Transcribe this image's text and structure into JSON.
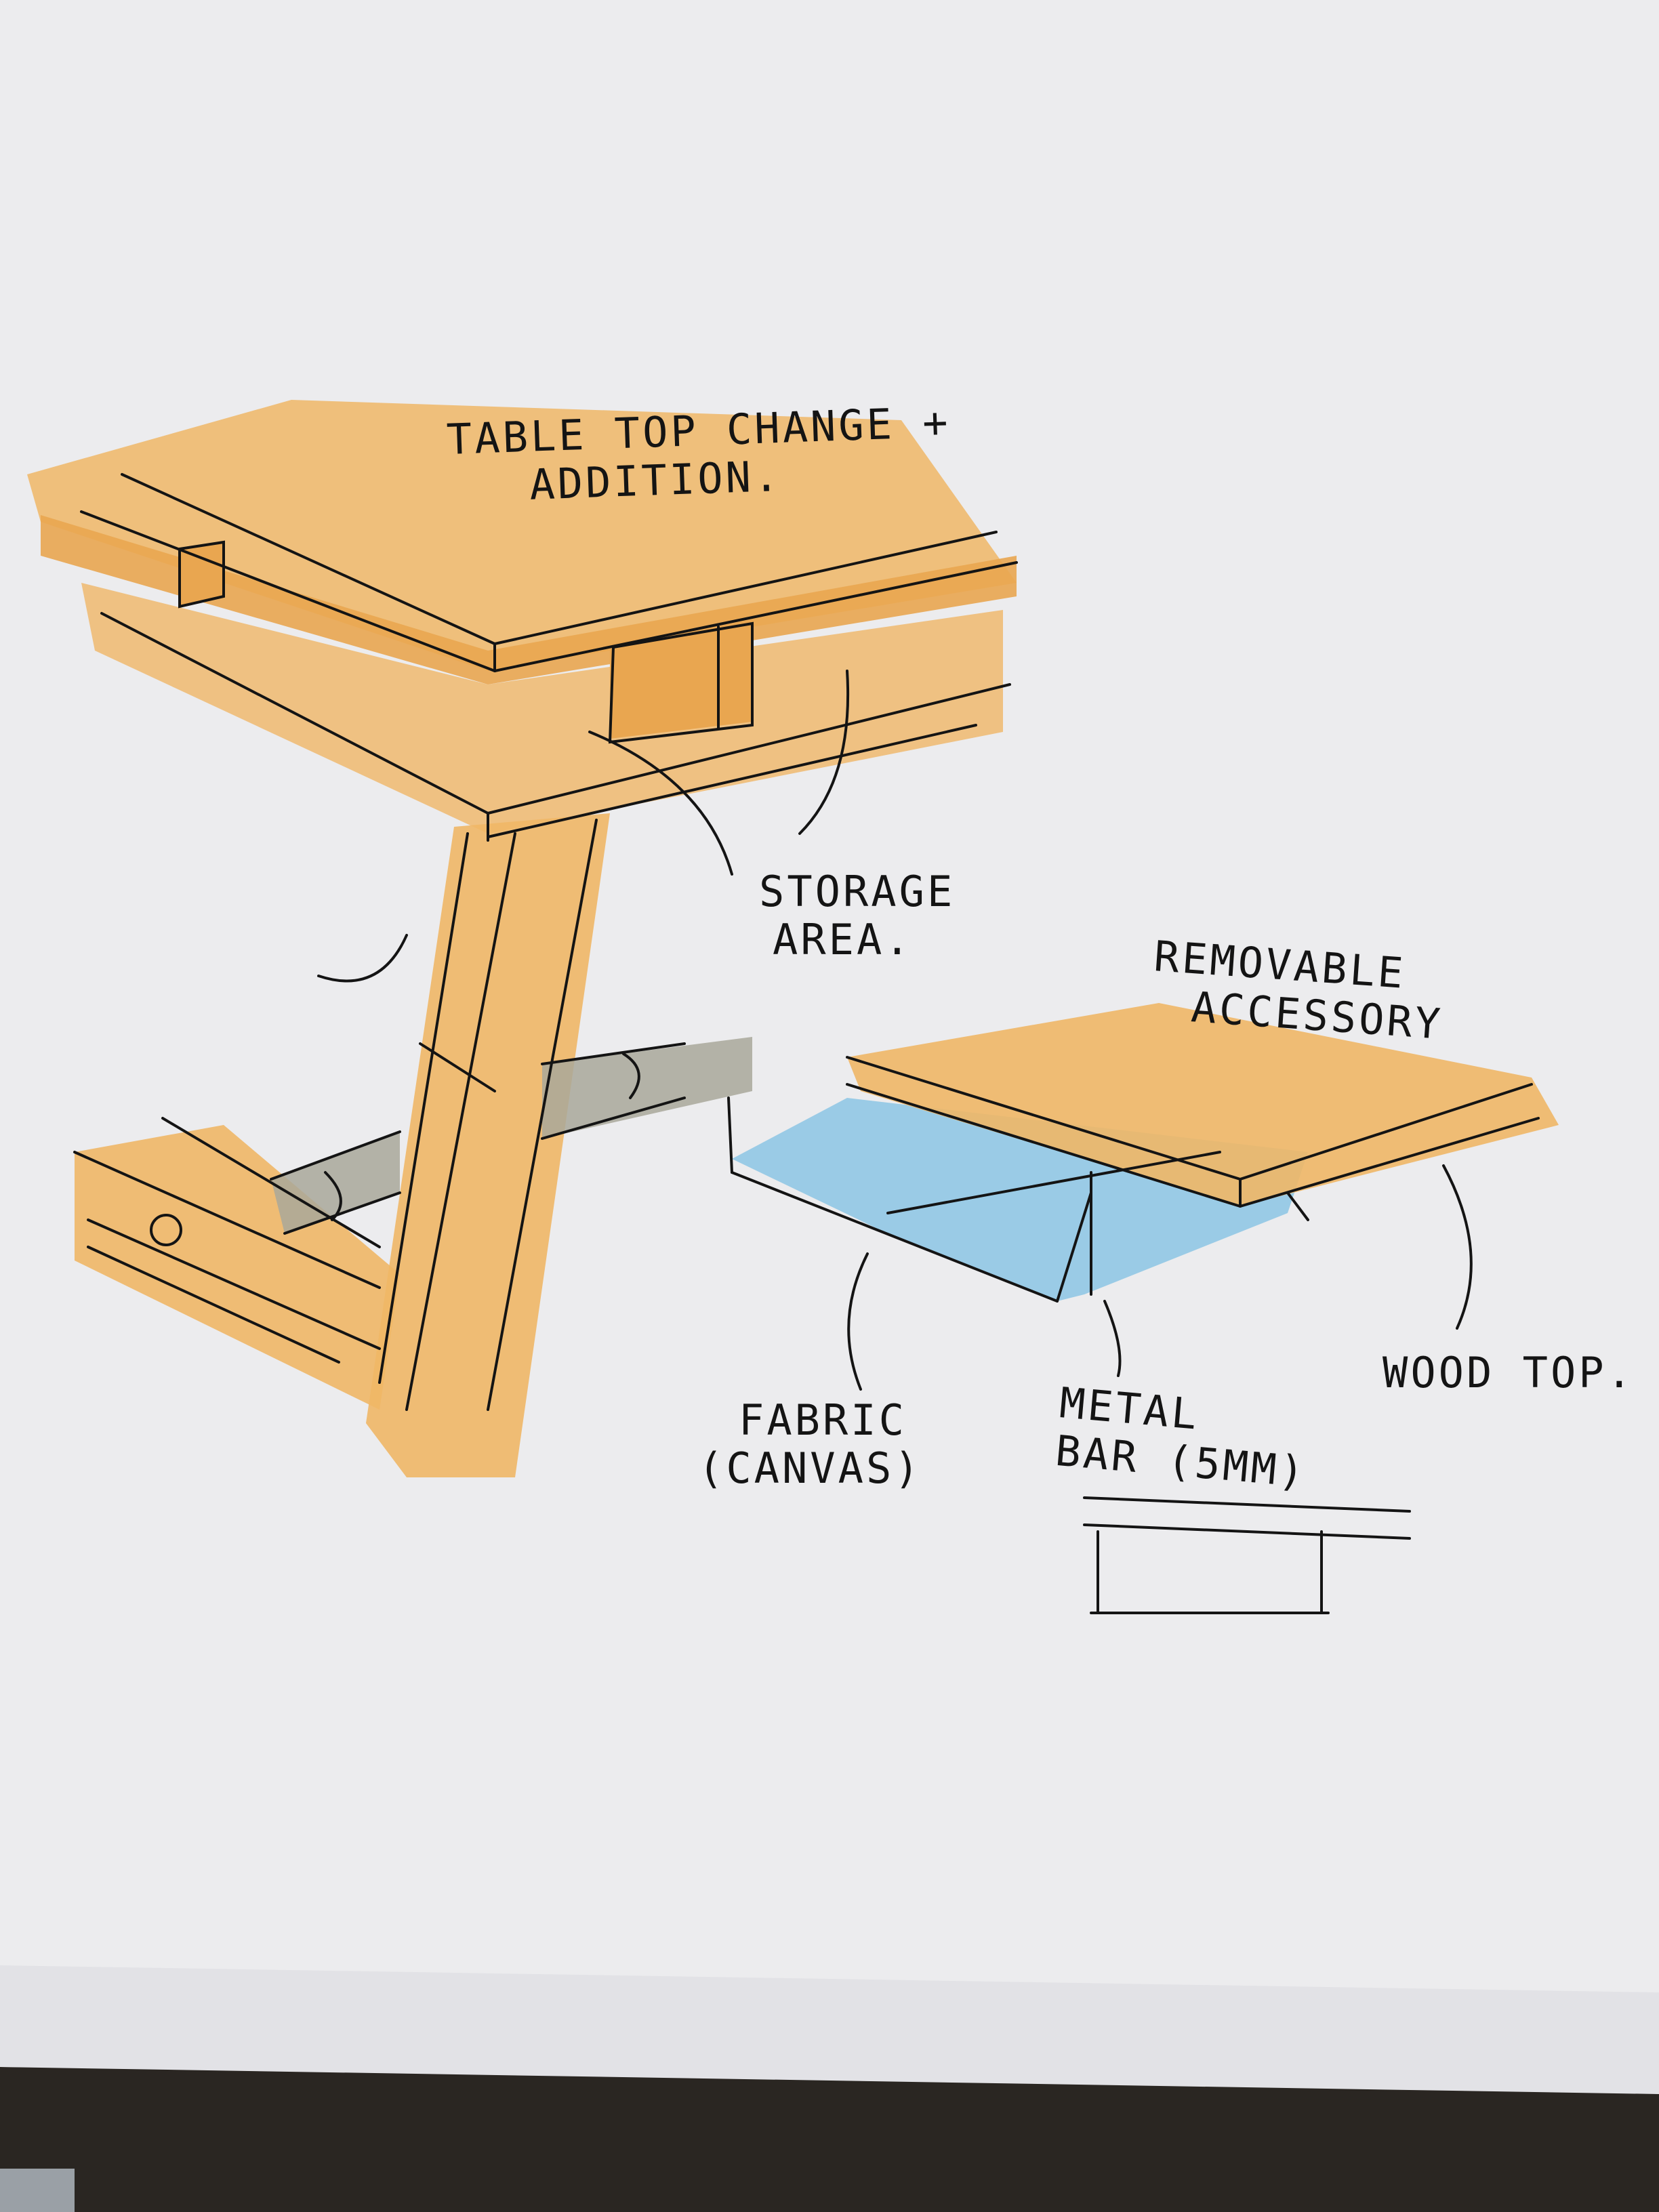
{
  "colors": {
    "paper": "#eeeef0",
    "wood_marker": "#f0b766",
    "fabric_marker": "#8cc6e4",
    "metal_marker": "#a9a89a",
    "ink": "#141414",
    "background": "#2a2622"
  },
  "labels": {
    "title_line1": "TABLE TOP CHANGE +",
    "title_line2": "ADDITION.",
    "storage_line1": "STORAGE",
    "storage_line2": "AREA.",
    "accessory_line1": "REMOVABLE",
    "accessory_line2": "ACCESSORY",
    "fabric_line1": "FABRIC",
    "fabric_line2": "(CANVAS)",
    "metal_line1": "METAL",
    "metal_line2": "BAR (5mm)",
    "wood_top": "WOOD TOP."
  }
}
